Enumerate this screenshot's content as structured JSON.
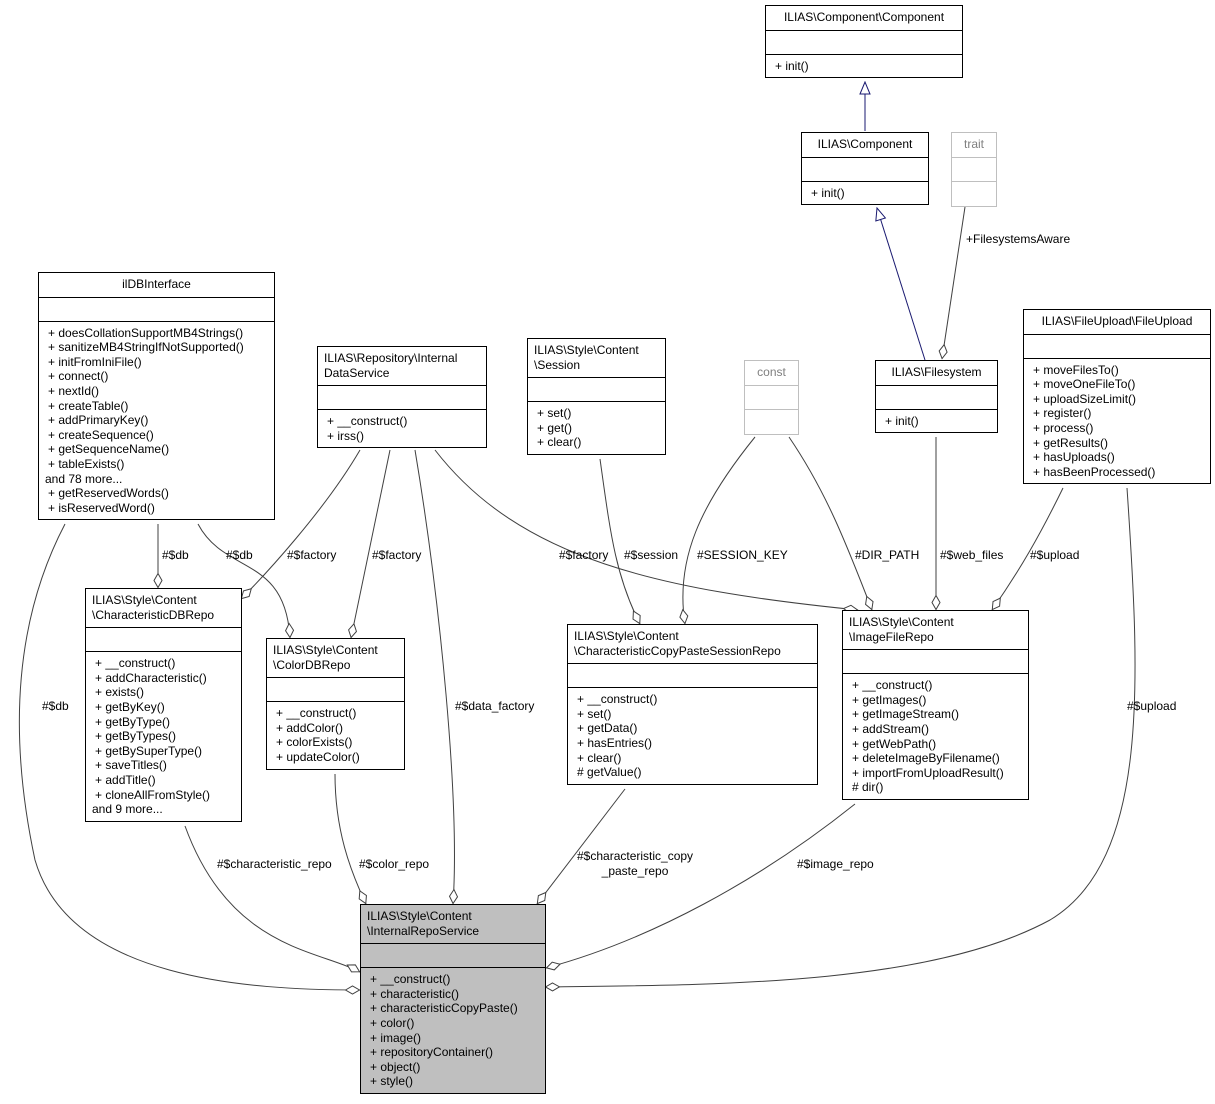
{
  "diagram": {
    "classes": {
      "component_component": {
        "title": "ILIAS\\Component\\Component",
        "operations": [
          "+ init()"
        ]
      },
      "component": {
        "title": "ILIAS\\Component",
        "operations": [
          "+ init()"
        ]
      },
      "trait": {
        "title": "trait",
        "operations": []
      },
      "ildbinterface": {
        "title": "ilDBInterface",
        "operations": [
          "+ doesCollationSupportMB4Strings()",
          "+ sanitizeMB4StringIfNotSupported()",
          "+ initFromIniFile()",
          "+ connect()",
          "+ nextId()",
          "+ createTable()",
          "+ addPrimaryKey()",
          "+ createSequence()",
          "+ getSequenceName()",
          "+ tableExists()",
          "and 78 more...",
          "+ getReservedWords()",
          "+ isReservedWord()"
        ]
      },
      "internal_data_service": {
        "title": "ILIAS\\Repository\\Internal\nDataService",
        "operations": [
          "+ __construct()",
          "+ irss()"
        ]
      },
      "session": {
        "title": "ILIAS\\Style\\Content\n\\Session",
        "operations": [
          "+ set()",
          "+ get()",
          "+ clear()"
        ]
      },
      "const": {
        "title": "const",
        "operations": []
      },
      "filesystem": {
        "title": "ILIAS\\Filesystem",
        "operations": [
          "+ init()"
        ]
      },
      "file_upload": {
        "title": "ILIAS\\FileUpload\\FileUpload",
        "operations": [
          "+ moveFilesTo()",
          "+ moveOneFileTo()",
          "+ uploadSizeLimit()",
          "+ register()",
          "+ process()",
          "+ getResults()",
          "+ hasUploads()",
          "+ hasBeenProcessed()"
        ]
      },
      "characteristic_db_repo": {
        "title": "ILIAS\\Style\\Content\n\\CharacteristicDBRepo",
        "operations": [
          "+ __construct()",
          "+ addCharacteristic()",
          "+ exists()",
          "+ getByKey()",
          "+ getByType()",
          "+ getByTypes()",
          "+ getBySuperType()",
          "+ saveTitles()",
          "+ addTitle()",
          "+ cloneAllFromStyle()",
          "and 9 more..."
        ]
      },
      "color_db_repo": {
        "title": "ILIAS\\Style\\Content\n\\ColorDBRepo",
        "operations": [
          "+ __construct()",
          "+ addColor()",
          "+ colorExists()",
          "+ updateColor()"
        ]
      },
      "copy_paste_repo": {
        "title": "ILIAS\\Style\\Content\n\\CharacteristicCopyPasteSessionRepo",
        "operations": [
          "+ __construct()",
          "+ set()",
          "+ getData()",
          "+ hasEntries()",
          "+ clear()",
          "# getValue()"
        ]
      },
      "image_file_repo": {
        "title": "ILIAS\\Style\\Content\n\\ImageFileRepo",
        "operations": [
          "+ __construct()",
          "+ getImages()",
          "+ getImageStream()",
          "+ addStream()",
          "+ getWebPath()",
          "+ deleteImageByFilename()",
          "+ importFromUploadResult()",
          "# dir()"
        ]
      },
      "internal_repo_service": {
        "title": "ILIAS\\Style\\Content\n\\InternalRepoService",
        "operations": [
          "+ __construct()",
          "+ characteristic()",
          "+ characteristicCopyPaste()",
          "+ color()",
          "+ image()",
          "+ repositoryContainer()",
          "+ object()",
          "+ style()"
        ]
      }
    },
    "edge_labels": {
      "filesystems_aware": "+FilesystemsAware",
      "db_char": "#$db",
      "db_color": "#$db",
      "factory_char": "#$factory",
      "factory_color": "#$factory",
      "factory_image": "#$factory",
      "session": "#$session",
      "session_key": "#SESSION_KEY",
      "dir_path": "#DIR_PATH",
      "web_files": "#$web_files",
      "upload_image": "#$upload",
      "db_main": "#$db",
      "data_factory": "#$data_factory",
      "upload_main": "#$upload",
      "characteristic_repo": "#$characteristic_repo",
      "color_repo": "#$color_repo",
      "characteristic_copy_paste_repo": "#$characteristic_copy\n_paste_repo",
      "image_repo": "#$image_repo"
    }
  }
}
